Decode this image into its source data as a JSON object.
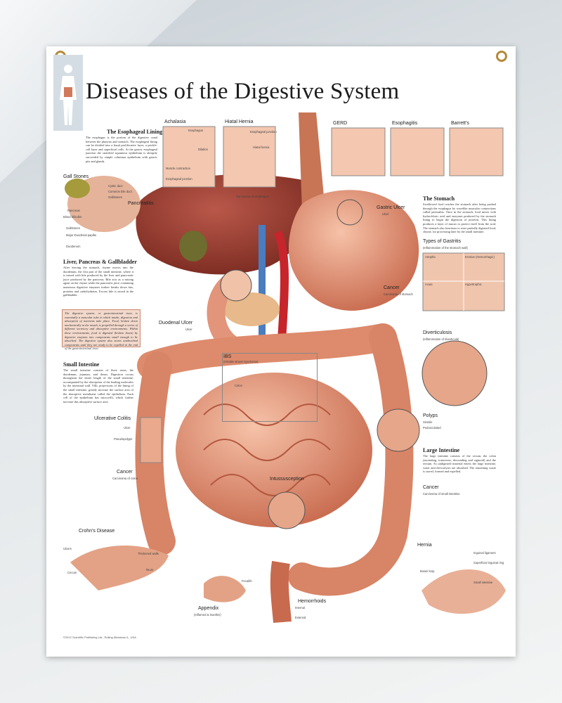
{
  "title": "Diseases of the Digestive System",
  "sections": {
    "esophageal_lining": {
      "heading": "The Esophageal Lining",
      "text": "The esophagus is the portion of the digestive canal between the pharynx and stomach. The esophageal lining can be divided into a basal proliferative layer, a prickle-cell layer and superficial cells. At the gastric esophageal junction the stratified squamous epithelium is abruptly succeeded by simple columnar epithelium with gastric pits and glands."
    },
    "liver": {
      "heading": "Liver, Pancreas & Gallbladder",
      "text": "After leaving the stomach, chyme moves into the duodenum, the first part of the small intestine, where it is mixed with bile produced by the liver and pancreatic juice produced by the pancreas. Bile acts as a mixing agent on the chyme while the pancreatic juice containing numerous digestive enzymes further breaks down fats, proteins and carbohydrates. Excess bile is stored in the gallbladder."
    },
    "intro_box": "The digestive system, or gastrointestinal tract, is essentially a muscular tube in which intake, digestion and absorption of nutrients take place. Food, broken down mechanically in the mouth, is propelled through a series of different secretory and absorptive environments. Within these environments, food is digested (broken down) by digestive enzymes into components small enough to be absorbed. The digestive system also stores unabsorbed components until they are ready to be expelled at the end of the gastrointestinal tract.",
    "small_intestine": {
      "heading": "Small Intestine",
      "text": "The small intestine consists of three areas, the duodenum, jejunum, and ileum. Digestion occurs throughout the entire length of the small intestine, accompanied by the absorption of the leading molecules by the intestinal wall. Villi, projections of the lining of the small intestine, greatly increase the surface area of the absorptive membrane called the epithelium. Each cell of the epithelium has microvilli, which further increase this absorptive surface area."
    },
    "stomach": {
      "heading": "The Stomach",
      "text": "Swallowed food reaches the stomach after being pushed through the esophagus by wavelike muscular contractions called peristalsis. Once in the stomach, food mixes with hydrochloric acid and enzymes produced by the stomach lining to begin the digestion of proteins. This lining produces a layer of mucus to protect itself from the acid. The stomach also functions to store partially digested food, chyme, for processing later by the small intestine."
    },
    "large_intestine": {
      "heading": "Large Intestine",
      "text": "The large intestine consists of the cecum, the colon (ascending, transverse, descending and sigmoid) and the rectum. As undigested material enters the large intestine, water and electrolytes are absorbed. The remaining waste is stored, formed and expelled."
    }
  },
  "insets": {
    "achalasia": "Achalasia",
    "hiatal": "Hiatal Hernia",
    "gerd": "GERD",
    "esophagitis": "Esophagitis",
    "barretts": "Barrett's",
    "gallstones": "Gall Stones",
    "pancreatitis": "Pancreatitis",
    "gastric_ulcer": "Gastric Ulcer",
    "gastritis": "Types of Gastritis",
    "gastritis_sub": "(Inflammation of the stomach wall)",
    "atrophic": "Atrophic",
    "erosive": "Erosive (Hemorrhagic)",
    "acute": "Acute",
    "hypertrophic": "Hypertrophic",
    "cancer_stomach": "Cancer",
    "cancer_stomach_sub": "Carcinoma of stomach",
    "duodenal_ulcer": "Duodenal Ulcer",
    "ibs": "IBS",
    "ibs_sub": "(Irritable Bowel Syndrome)",
    "diverticulosis": "Diverticulosis",
    "diverticulosis_sub": "(Inflammation of diverticula)",
    "polyps": "Polyps",
    "ulcerative_colitis": "Ulcerative Colitis",
    "cancer_colon": "Cancer",
    "cancer_colon_sub": "Carcinoma of colon",
    "intussusception": "Intussusception",
    "cancer_rectum": "Cancer",
    "cancer_rectum_sub": "Carcinoma of small intestine",
    "crohns": "Crohn's Disease",
    "appendix": "Appendix",
    "appendix_sub": "(Inflamed & Swollen)",
    "hemorrhoids": "Hemorrhoids",
    "hernia": "Hernia"
  },
  "labels": {
    "esophagus": "Esophagus",
    "dilation": "Dilation",
    "muscle": "Muscle contraction",
    "ej": "Esophageal junction",
    "ej2": "Esophageal junction",
    "hiatal_hernia": "Hiatal hernia",
    "cystic": "Cystic duct",
    "cbd": "Common bile duct",
    "gallstones": "Gallstones",
    "pancreas": "Pancreas",
    "blood": "Blood bilirubin",
    "gallstone2": "Gallstones",
    "papilla": "Major Duodenal papilla",
    "duodenum": "Duodenum",
    "carcinoma_eso": "Carcinoma of esophagus",
    "ulcer": "Ulcer",
    "ulcer2": "Ulcer",
    "colon": "Colon",
    "sessile": "Sessile",
    "pedunculated": "Pedunculated",
    "ulcer3": "Ulcer",
    "pseudopolyps": "Pseudopolyps",
    "thickened": "Thickened walls",
    "ulcers": "Ulcers",
    "ileum": "Ileum",
    "cecum": "Cecum",
    "fecalith": "Fecalith",
    "internal": "Internal",
    "external": "External",
    "inguinal": "Inguinal ligament",
    "superficial": "Superficial inguinal ring",
    "bowel": "Bowel loop",
    "small": "Small intestine"
  },
  "copyright": "©2012 Scientific Publishing Ltd., Rolling Meadows IL, USA",
  "colors": {
    "tissue": "#e59a7a",
    "tissue_dark": "#b75a44",
    "liver": "#9c3f2c",
    "gall": "#7a7a36",
    "vessel_red": "#c6252b",
    "vessel_blue": "#4a7cc0"
  }
}
